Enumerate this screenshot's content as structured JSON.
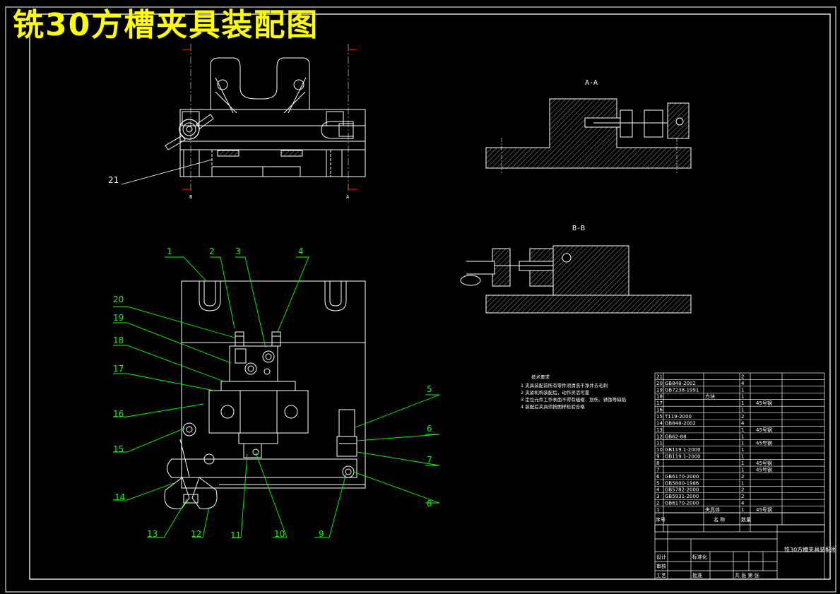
{
  "title": "铣30方槽夹具装配图",
  "views": {
    "section_aa": "A-A",
    "section_bb": "B-B",
    "mark_b": "B",
    "mark_a": "A"
  },
  "callouts": [
    "1",
    "2",
    "3",
    "4",
    "5",
    "6",
    "7",
    "8",
    "9",
    "10",
    "11",
    "12",
    "13",
    "14",
    "15",
    "16",
    "17",
    "18",
    "19",
    "20",
    "21"
  ],
  "notes": {
    "heading": "技术要求",
    "lines": [
      "1  夹具装配前所有零件须清洗干净并去毛刺",
      "2  夹紧机构装配后，动作灵活可靠",
      "3  定位元件工作表面不得有磕碰、划伤、锈蚀等缺陷",
      "4  装配后夹具须按图样检验合格"
    ]
  },
  "bom": {
    "rows": [
      {
        "no": "21",
        "std": "",
        "name": "",
        "qty": "2",
        "mat": ""
      },
      {
        "no": "20",
        "std": "GB848-2002",
        "name": "",
        "qty": "4",
        "mat": ""
      },
      {
        "no": "19",
        "std": "GB7238-1991",
        "name": "",
        "qty": "1",
        "mat": ""
      },
      {
        "no": "18",
        "std": "",
        "name": "方块",
        "qty": "1",
        "mat": ""
      },
      {
        "no": "17",
        "std": "",
        "name": "",
        "qty": "1",
        "mat": "45号钢"
      },
      {
        "no": "16",
        "std": "",
        "name": "",
        "qty": "1",
        "mat": ""
      },
      {
        "no": "15",
        "std": "T119-2000",
        "name": "",
        "qty": "2",
        "mat": ""
      },
      {
        "no": "14",
        "std": "GB848-2002",
        "name": "",
        "qty": "4",
        "mat": ""
      },
      {
        "no": "13",
        "std": "",
        "name": "",
        "qty": "1",
        "mat": "45号钢"
      },
      {
        "no": "12",
        "std": "GB62-88",
        "name": "",
        "qty": "1",
        "mat": ""
      },
      {
        "no": "11",
        "std": "",
        "name": "",
        "qty": "1",
        "mat": "45号钢"
      },
      {
        "no": "10",
        "std": "GB119.1-2000",
        "name": "",
        "qty": "1",
        "mat": ""
      },
      {
        "no": "9",
        "std": "GB119.1-2000",
        "name": "",
        "qty": "1",
        "mat": ""
      },
      {
        "no": "8",
        "std": "",
        "name": "",
        "qty": "1",
        "mat": "45号钢"
      },
      {
        "no": "7",
        "std": "",
        "name": "",
        "qty": "1",
        "mat": "45号钢"
      },
      {
        "no": "6",
        "std": "GB6170-2000",
        "name": "",
        "qty": "2",
        "mat": ""
      },
      {
        "no": "5",
        "std": "GB5800-1986",
        "name": "",
        "qty": "1",
        "mat": ""
      },
      {
        "no": "4",
        "std": "GB5782-2000",
        "name": "",
        "qty": "2",
        "mat": ""
      },
      {
        "no": "3",
        "std": "GB5931-2000",
        "name": "",
        "qty": "2",
        "mat": ""
      },
      {
        "no": "2",
        "std": "GB6170-2000",
        "name": "",
        "qty": "4",
        "mat": ""
      },
      {
        "no": "1",
        "std": "",
        "name": "夹具体",
        "qty": "1",
        "mat": "45号钢"
      }
    ],
    "header": {
      "no": "序号",
      "name": "名 称",
      "qty": "数量"
    }
  },
  "titleblock": {
    "drawing_title": "铣30方槽夹具装配图",
    "design": "设计",
    "review": "审核",
    "craft": "工艺",
    "standard": "标准化",
    "approve": "批准",
    "sheet": "共  张  第  张"
  },
  "colors": {
    "line": "#ffffff",
    "callout": "#00ff00",
    "title": "#ffff00",
    "center": "#ff0000"
  }
}
